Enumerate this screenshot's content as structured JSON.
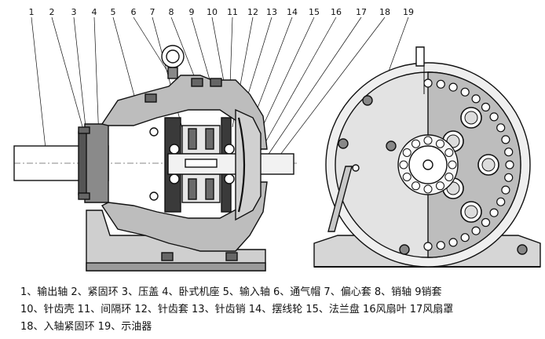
{
  "callout_numbers": [
    "1",
    "2",
    "3",
    "4",
    "5",
    "6",
    "7",
    "8",
    "9",
    "10",
    "11",
    "12",
    "13",
    "14",
    "15",
    "16",
    "17",
    "18",
    "19"
  ],
  "legend": {
    "rows": [
      "1、输出轴    2、紧固环    3、压盖    4、卧式机座    5、输入轴    6、通气帽    7、偏心套    8、销轴    9销套",
      "10、针齿壳    11、间隔环    12、针齿套    13、针齿销    14、摆线轮    15、法兰盘    16风扇叶    17风扇罩",
      "18、入轴紧固环    19、示油器"
    ]
  }
}
